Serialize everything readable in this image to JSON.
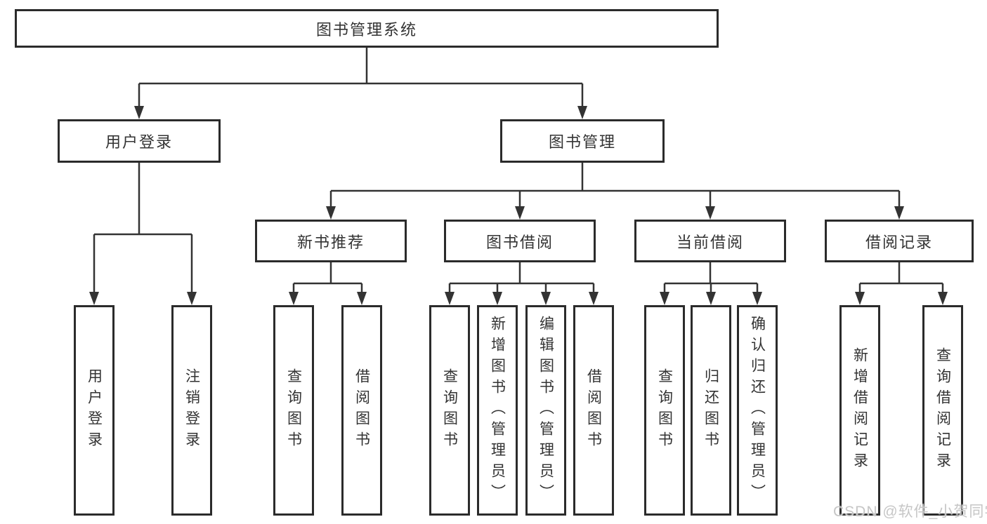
{
  "diagram": {
    "root": {
      "label": "图书管理系统"
    },
    "user_login": {
      "label": "用户登录",
      "children": [
        {
          "label": "用户登录"
        },
        {
          "label": "注销登录"
        }
      ]
    },
    "book_mgmt": {
      "label": "图书管理",
      "children": [
        {
          "label": "新书推荐",
          "children": [
            {
              "label": "查询图书"
            },
            {
              "label": "借阅图书"
            }
          ]
        },
        {
          "label": "图书借阅",
          "children": [
            {
              "label": "查询图书"
            },
            {
              "label": "新增图书（管理员）"
            },
            {
              "label": "编辑图书（管理员）"
            },
            {
              "label": "借阅图书"
            }
          ]
        },
        {
          "label": "当前借阅",
          "children": [
            {
              "label": "查询图书"
            },
            {
              "label": "归还图书"
            },
            {
              "label": "确认归还（管理员）"
            }
          ]
        },
        {
          "label": "借阅记录",
          "children": [
            {
              "label": "新增借阅记录"
            },
            {
              "label": "查询借阅记录"
            }
          ]
        }
      ]
    }
  },
  "watermark": {
    "text": "CSDN @软件_小贺同学"
  },
  "colors": {
    "line": "#333333",
    "border": "#2b2b2b",
    "text": "#333333",
    "watermark": "#c6c6c6"
  }
}
